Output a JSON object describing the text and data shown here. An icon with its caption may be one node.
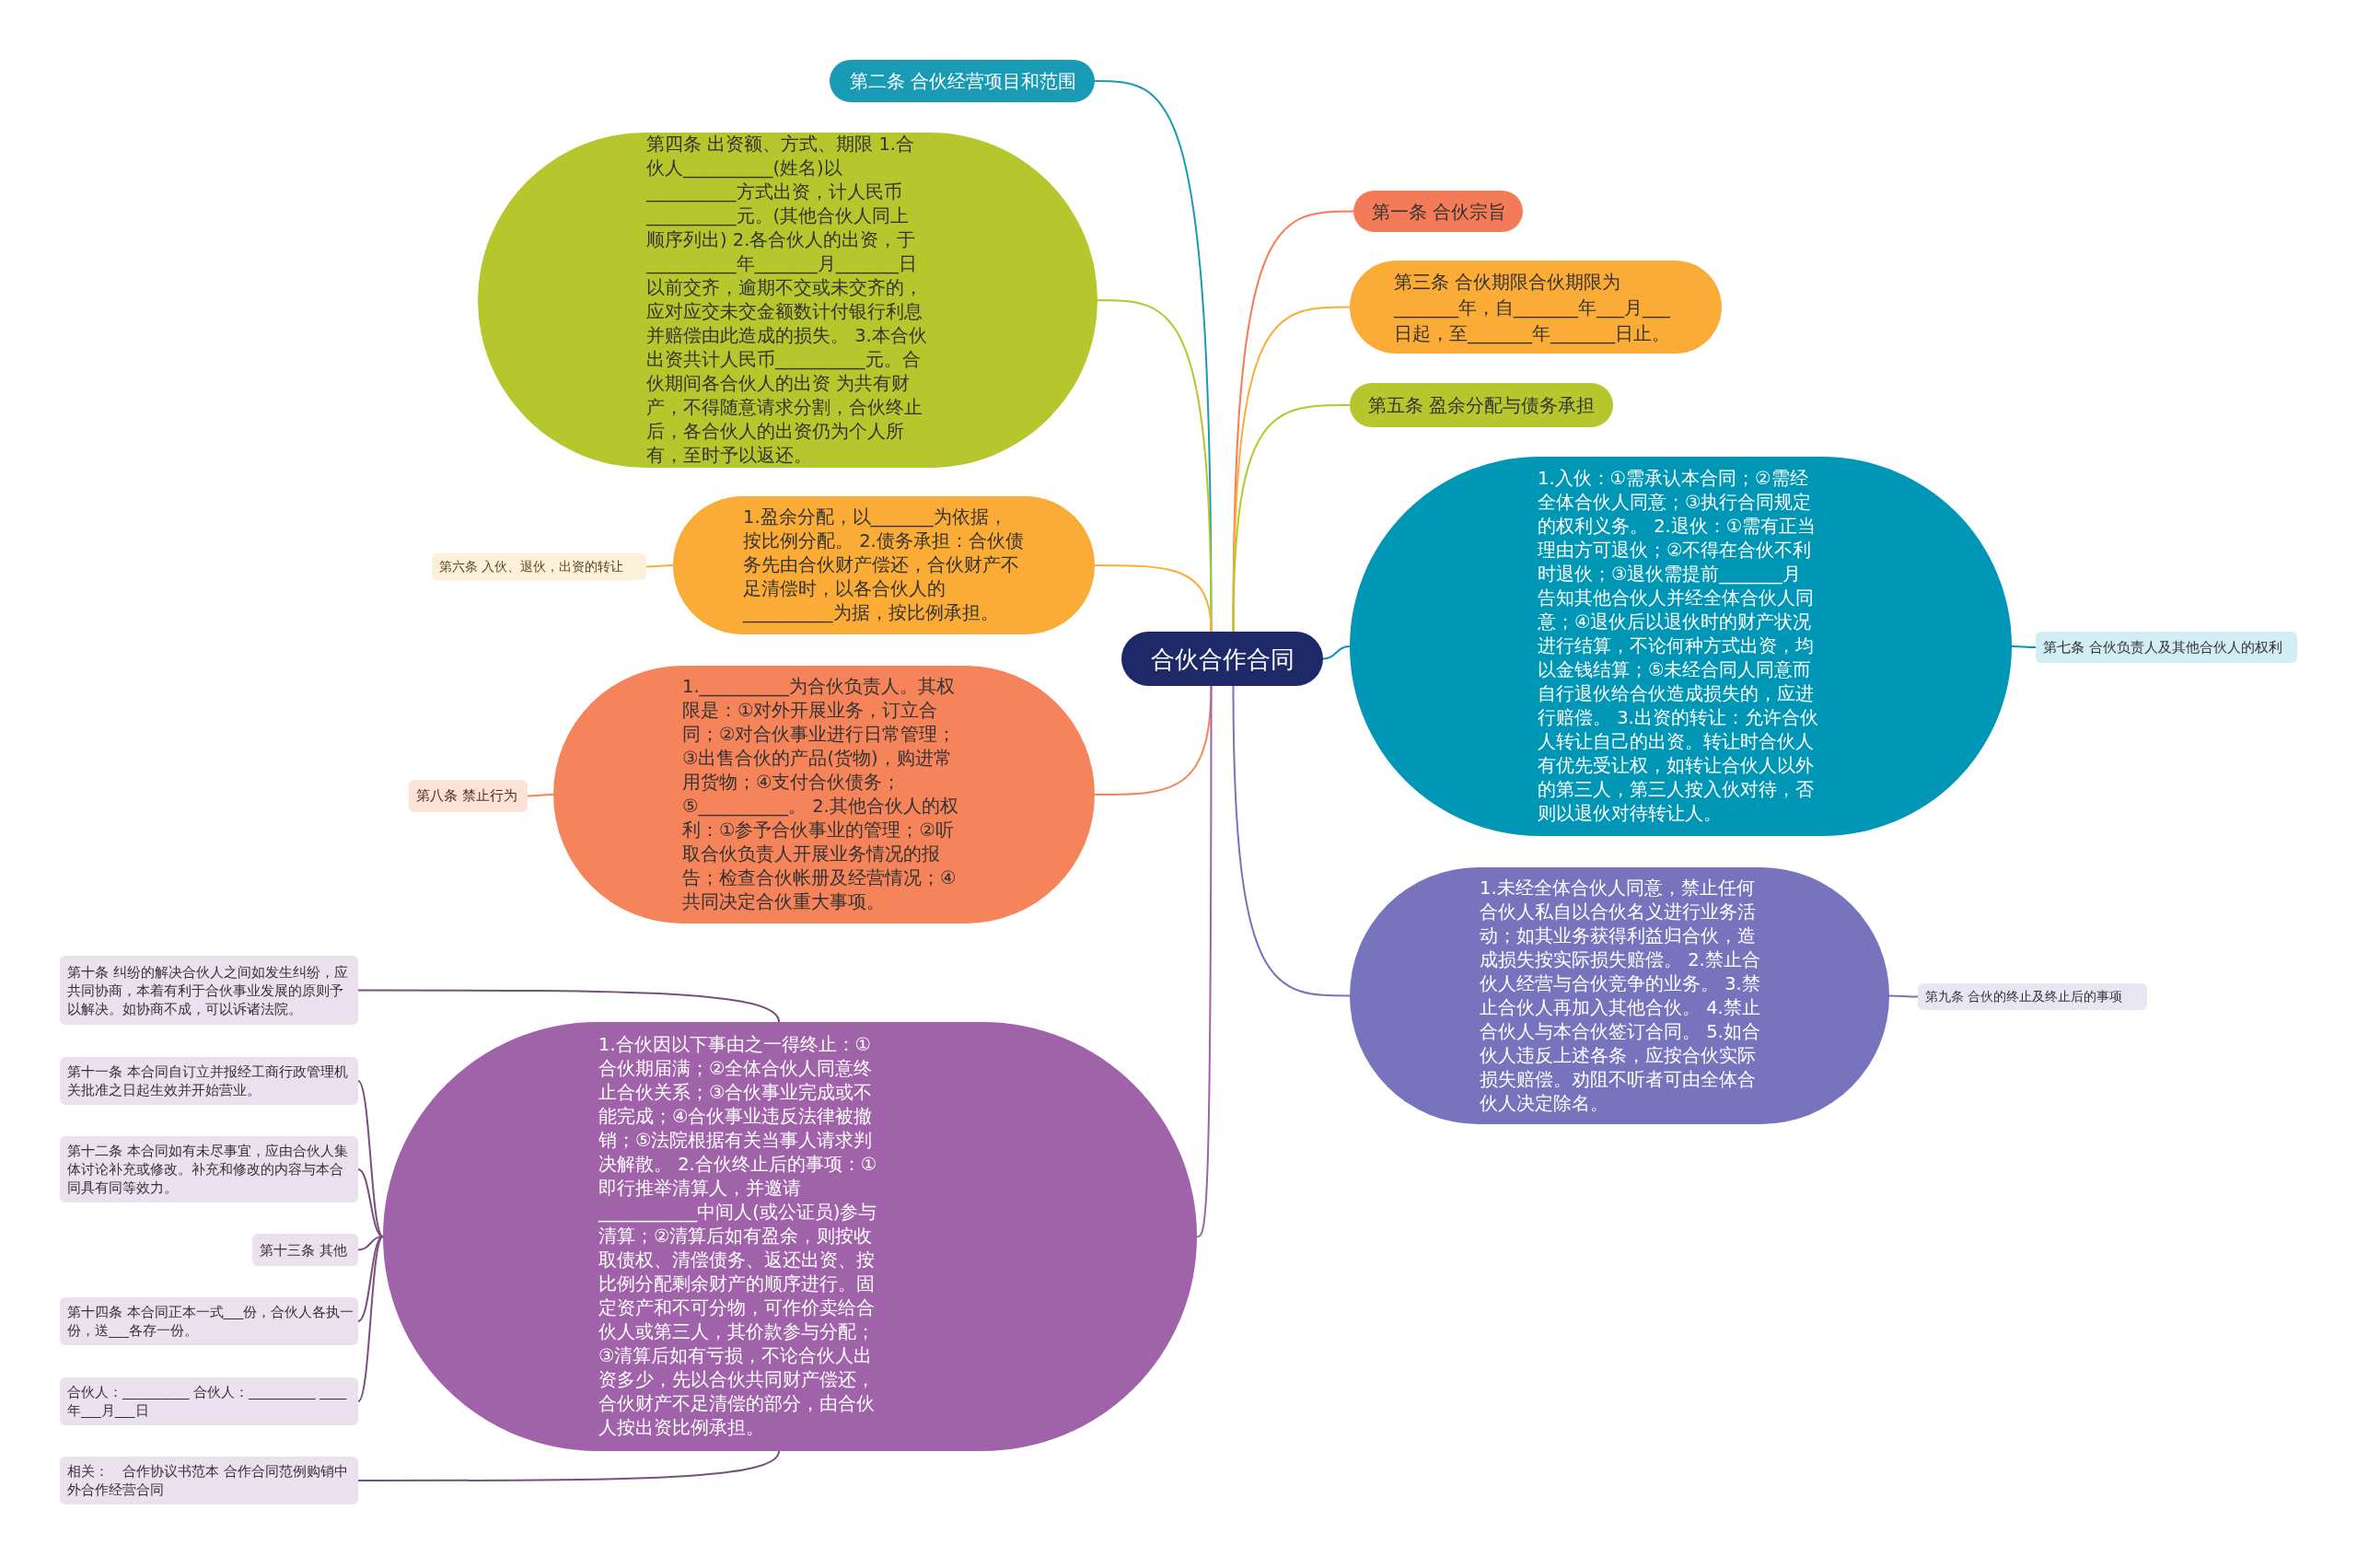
{
  "diagram": {
    "nodes": [
      {
        "text": [
          "合伙合作合同"
        ]
      },
      {
        "text": [
          "第二条 合伙经营项目和范围"
        ]
      },
      {
        "text": [
          "第四条 出资额、方式、期限 1.合伙人__________(姓名)以__________方式出资，计人民币__________元。(其他合伙人同上顺序列出) 2.各合伙人的出资，于__________年_______月_______日以前交齐，逾期不交或未交齐的，应对应交未交金额数计付银行利息并赔偿由此造成的损失。 3.本合伙出资共计人民币__________元。合伙期间各合伙人的出资 为共有财产，不得随意请求分割，合伙终止后，各合伙人的出资仍为个人所有，至时予以返还。"
        ]
      },
      {
        "text": [
          "第一条 合伙宗旨"
        ]
      },
      {
        "text": [
          "第三条 合伙期限合伙期限为_______年，自_______年___月___日起，至_______年_______日止。"
        ]
      },
      {
        "text": [
          "第五条 盈余分配与债务承担"
        ]
      },
      {
        "text": [
          "1.盈余分配，以_______为依据，按比例分配。 2.债务承担：合伙债务先由合伙财产偿还，合伙财产不足清偿时，以各合伙人的__________为据，按比例承担。"
        ]
      },
      {
        "text": [
          "第六条 入伙、退伙，出资的转让"
        ]
      },
      {
        "text": [
          "1.__________为合伙负责人。其权限是：①对外开展业务，订立合同；②对合伙事业进行日常管理；③出售合伙的产品(货物)，购进常用货物；④支付合伙债务；⑤__________。 2.其他合伙人的权利：①参予合伙事业的管理；②听取合伙负责人开展业务情况的报告；检查合伙帐册及经营情况；④共同决定合伙重大事项。"
        ]
      },
      {
        "text": [
          "第八条 禁止行为"
        ]
      },
      {
        "text": [
          "1.入伙：①需承认本合同；②需经全体合伙人同意；③执行合同规定的权利义务。 2.退伙：①需有正当理由方可退伙；②不得在合伙不利时退伙；③退伙需提前_______月告知其他合伙人并经全体合伙人同意；④退伙后以退伙时的财产状况进行结算，不论何种方式出资，均以金钱结算；⑤未经合同人同意而自行退伙给合伙造成损失的，应进行赔偿。 3.出资的转让：允许合伙人转让自己的出资。转让时合伙人有优先受让权，如转让合伙人以外的第三人，第三人按入伙对待，否则以退伙对待转让人。"
        ]
      },
      {
        "text": [
          "第七条 合伙负责人及其他合伙人的权利"
        ]
      },
      {
        "text": [
          "1.未经全体合伙人同意，禁止任何合伙人私自以合伙名义进行业务活动；如其业务获得利益归合伙，造成损失按实际损失赔偿。 2.禁止合伙人经营与合伙竞争的业务。 3.禁止合伙人再加入其他合伙。 4.禁止合伙人与本合伙签订合同。 5.如合伙人违反上述各条，应按合伙实际损失赔偿。劝阻不听者可由全体合伙人决定除名。"
        ]
      },
      {
        "text": [
          "第九条 合伙的终止及终止后的事项"
        ]
      },
      {
        "text": [
          "1.合伙因以下事由之一得终止：①合伙期届满；②全体合伙人同意终止合伙关系；③合伙事业完成或不能完成；④合伙事业违反法律被撤销；⑤法院根据有关当事人请求判决解散。 2.合伙终止后的事项：①即行推举清算人，并邀请___________中间人(或公证员)参与清算；②清算后如有盈余，则按收取债权、清偿债务、返还出资、按比例分配剩余财产的顺序进行。固定资产和不可分物，可作价卖给合伙人或第三人，其价款参与分配；③清算后如有亏损，不论合伙人出资多少，先以合伙共同财产偿还，合伙财产不足清偿的部分，由合伙人按出资比例承担。"
        ]
      },
      {
        "text": [
          "第十条 纠纷的解决合伙人之间如发生纠纷，应共同协商，本着有利于合伙事业发展的原则予以解决。如协商不成，可以诉诸法院。"
        ]
      },
      {
        "text": [
          "第十一条 本合同自订立并报经工商行政管理机关批准之日起生效并开始营业。"
        ]
      },
      {
        "text": [
          "第十二条 本合同如有未尽事宜，应由合伙人集体讨论补充或修改。补充和修改的内容与本合同具有同等效力。"
        ]
      },
      {
        "text": [
          "第十三条 其他"
        ]
      },
      {
        "text": [
          "第十四条 本合同正本一式___份，合伙人各执一份，送___各存一份。"
        ]
      },
      {
        "text": [
          "合伙人：__________ 合伙人：__________ ____年___月___日"
        ]
      },
      {
        "text": [
          "相关：　合作协议书范本 合作合同范例购销中外合作经营合同"
        ]
      }
    ],
    "edges": [
      {
        "from": 0,
        "to": 1,
        "arrow": "none",
        "color": "#1a9bb5"
      },
      {
        "from": 0,
        "to": 2,
        "arrow": "none",
        "color": "#b5c72c"
      },
      {
        "from": 0,
        "to": 3,
        "arrow": "none",
        "color": "#f47b57"
      },
      {
        "from": 0,
        "to": 4,
        "arrow": "none",
        "color": "#fbac36"
      },
      {
        "from": 0,
        "to": 5,
        "arrow": "none",
        "color": "#b5c72c"
      },
      {
        "from": 0,
        "to": 6,
        "arrow": "none",
        "color": "#fbac36"
      },
      {
        "from": 6,
        "to": 7,
        "arrow": "none",
        "color": "#fbac36"
      },
      {
        "from": 0,
        "to": 8,
        "arrow": "none",
        "color": "#f5845a"
      },
      {
        "from": 8,
        "to": 9,
        "arrow": "none",
        "color": "#f5845a"
      },
      {
        "from": 0,
        "to": 10,
        "arrow": "none",
        "color": "#0096b5"
      },
      {
        "from": 10,
        "to": 11,
        "arrow": "none",
        "color": "#0096b5"
      },
      {
        "from": 0,
        "to": 12,
        "arrow": "none",
        "color": "#7873bd"
      },
      {
        "from": 12,
        "to": 13,
        "arrow": "none",
        "color": "#7873bd"
      },
      {
        "from": 0,
        "to": 14,
        "arrow": "none",
        "color": "#a063a9"
      },
      {
        "from": 14,
        "to": 15,
        "arrow": "none",
        "color": "#7a4f7e"
      },
      {
        "from": 14,
        "to": 16,
        "arrow": "none",
        "color": "#7a4f7e"
      },
      {
        "from": 14,
        "to": 17,
        "arrow": "none",
        "color": "#7a4f7e"
      },
      {
        "from": 14,
        "to": 18,
        "arrow": "none",
        "color": "#7a4f7e"
      },
      {
        "from": 14,
        "to": 19,
        "arrow": "none",
        "color": "#7a4f7e"
      },
      {
        "from": 14,
        "to": 20,
        "arrow": "none",
        "color": "#7a4f7e"
      },
      {
        "from": 14,
        "to": 21,
        "arrow": "none",
        "color": "#7a4f7e"
      }
    ]
  }
}
